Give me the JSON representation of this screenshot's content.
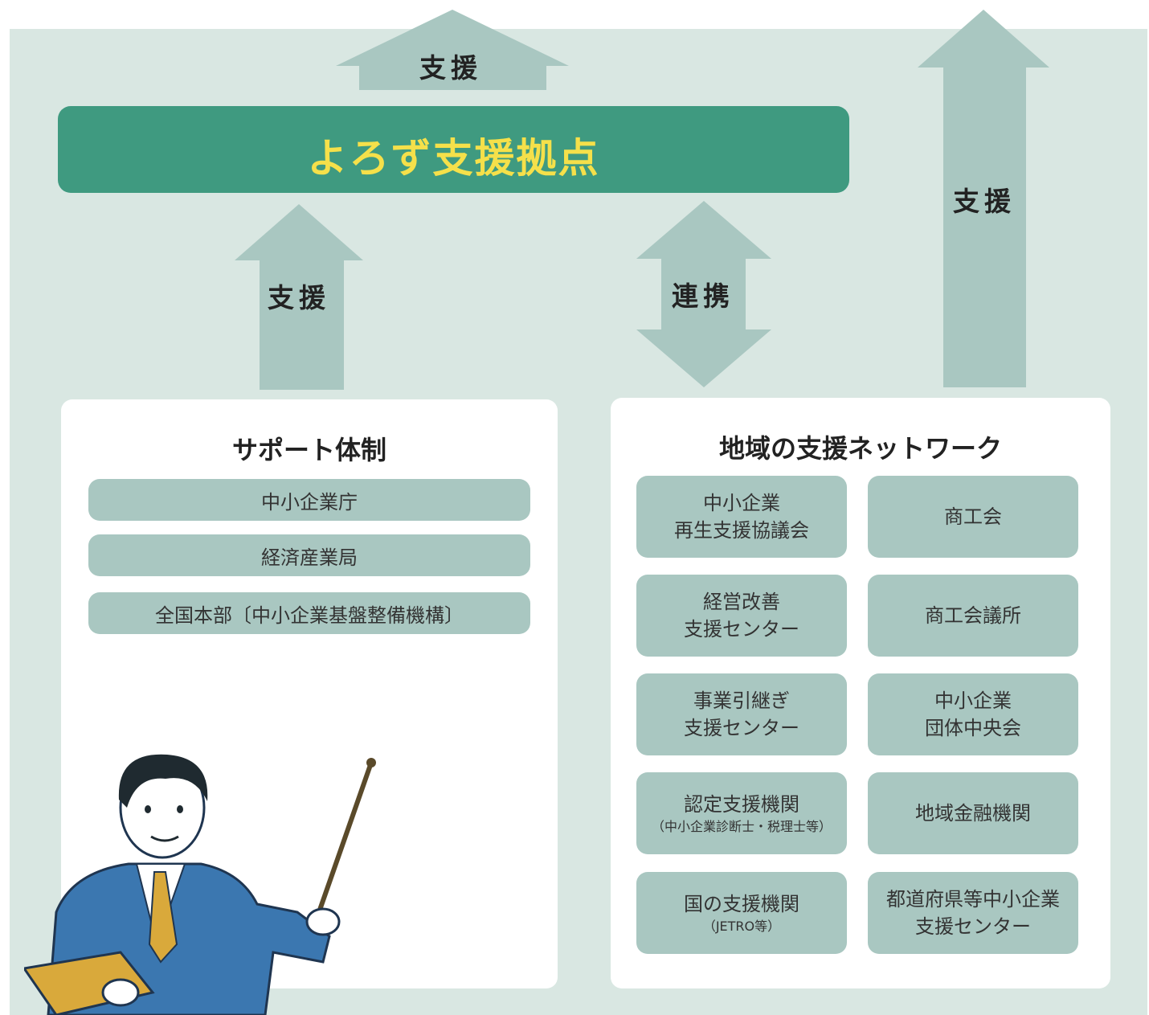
{
  "colors": {
    "panel": "#d9e7e2",
    "arrow": "#a9c7c1",
    "hub": "#3f9a80",
    "hub_text": "#f5e04a",
    "card": "#ffffff",
    "item": "#a9c7c1"
  },
  "arrows": {
    "top": "支援",
    "left": "支援",
    "middle": "連携",
    "right": "支援"
  },
  "hub": {
    "title": "よろず支援拠点"
  },
  "support": {
    "title": "サポート体制",
    "items": [
      "中小企業庁",
      "経済産業局",
      "全国本部〔中小企業基盤整備機構〕"
    ]
  },
  "network": {
    "title": "地域の支援ネットワーク",
    "items": [
      {
        "lines": [
          "中小企業",
          "再生支援協議会"
        ]
      },
      {
        "lines": [
          "商工会"
        ]
      },
      {
        "lines": [
          "経営改善",
          "支援センター"
        ]
      },
      {
        "lines": [
          "商工会議所"
        ]
      },
      {
        "lines": [
          "事業引継ぎ",
          "支援センター"
        ]
      },
      {
        "lines": [
          "中小企業",
          "団体中央会"
        ]
      },
      {
        "lines": [
          "認定支援機関"
        ],
        "sub": "（中小企業診断士・税理士等）"
      },
      {
        "lines": [
          "地域金融機関"
        ]
      },
      {
        "lines": [
          "国の支援機関"
        ],
        "sub": "（JETRO等）"
      },
      {
        "lines": [
          "都道府県等中小企業",
          "支援センター"
        ]
      }
    ]
  },
  "illustration": {
    "icon": "presenter-with-pointer-icon"
  }
}
